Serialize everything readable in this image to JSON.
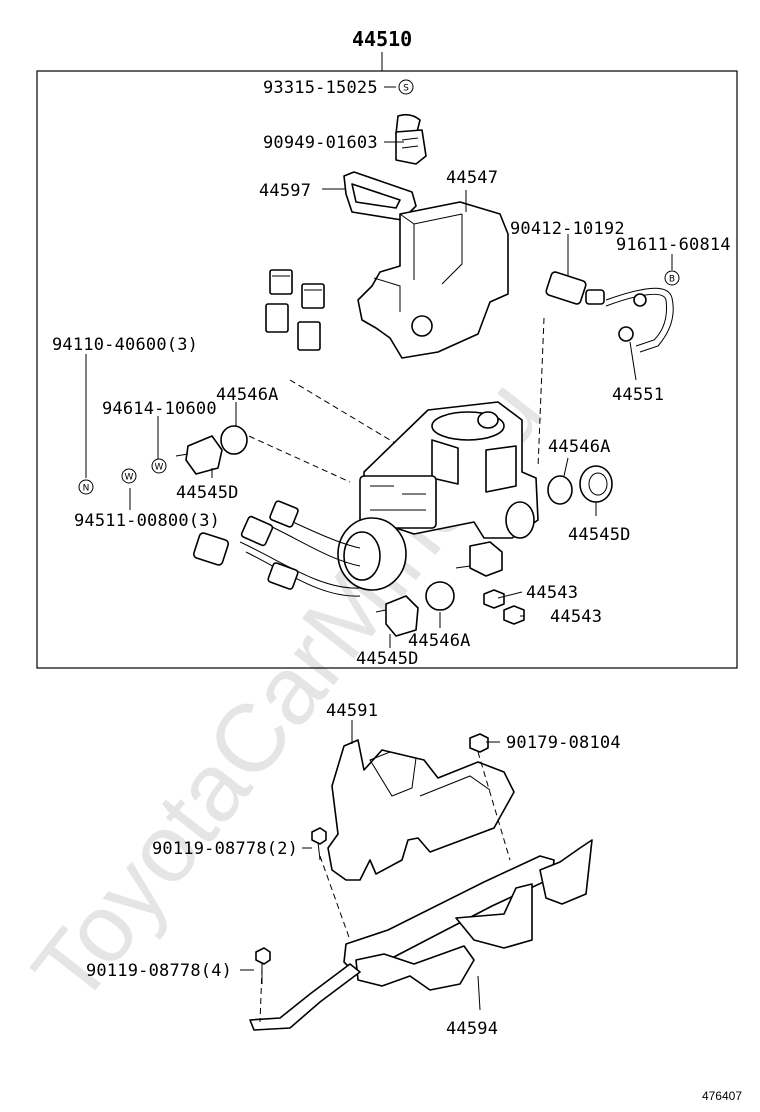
{
  "diagram": {
    "assembly_number": "44510",
    "watermark": "ToyotaCarMine.ru",
    "reference_code": "476407",
    "symbols": {
      "s": "S",
      "b": "B",
      "w": "W",
      "n": "N"
    },
    "parts": {
      "p93315": "93315-15025",
      "p90949": "90949-01603",
      "p44597": "44597",
      "p44547": "44547",
      "p90412": "90412-10192",
      "p91611": "91611-60814",
      "p94110": "94110-40600(3)",
      "p44546a_left": "44546A",
      "p94614": "94614-10600",
      "p44545d_left": "44545D",
      "p94511": "94511-00800(3)",
      "p44551": "44551",
      "p44546a_right": "44546A",
      "p44545d_right": "44545D",
      "p44543_a": "44543",
      "p44543_b": "44543",
      "p44546a_bottom": "44546A",
      "p44545d_bottom": "44545D",
      "p44591": "44591",
      "p90179": "90179-08104",
      "p90119_2": "90119-08778(2)",
      "p90119_4": "90119-08778(4)",
      "p44594": "44594"
    }
  }
}
